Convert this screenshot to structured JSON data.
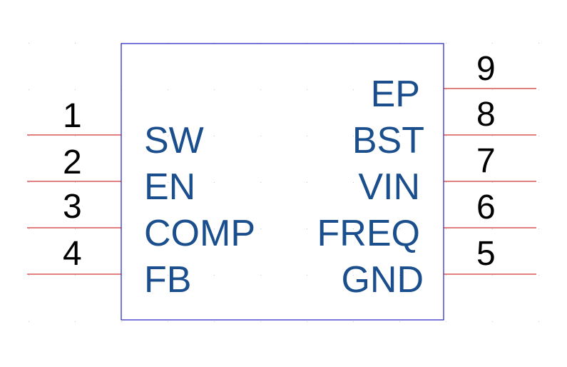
{
  "colors": {
    "body_outline": "#2020c0",
    "pin_line": "#c00000",
    "pin_name": "#1a4e8c",
    "pin_number": "#000000",
    "grid_dot": "#c8c8c8"
  },
  "left_pins": [
    {
      "number": "1",
      "name": "SW"
    },
    {
      "number": "2",
      "name": "EN"
    },
    {
      "number": "3",
      "name": "COMP"
    },
    {
      "number": "4",
      "name": "FB"
    }
  ],
  "right_pins": [
    {
      "number": "9",
      "name": "EP"
    },
    {
      "number": "8",
      "name": "BST"
    },
    {
      "number": "7",
      "name": "VIN"
    },
    {
      "number": "6",
      "name": "FREQ"
    },
    {
      "number": "5",
      "name": "GND"
    }
  ]
}
